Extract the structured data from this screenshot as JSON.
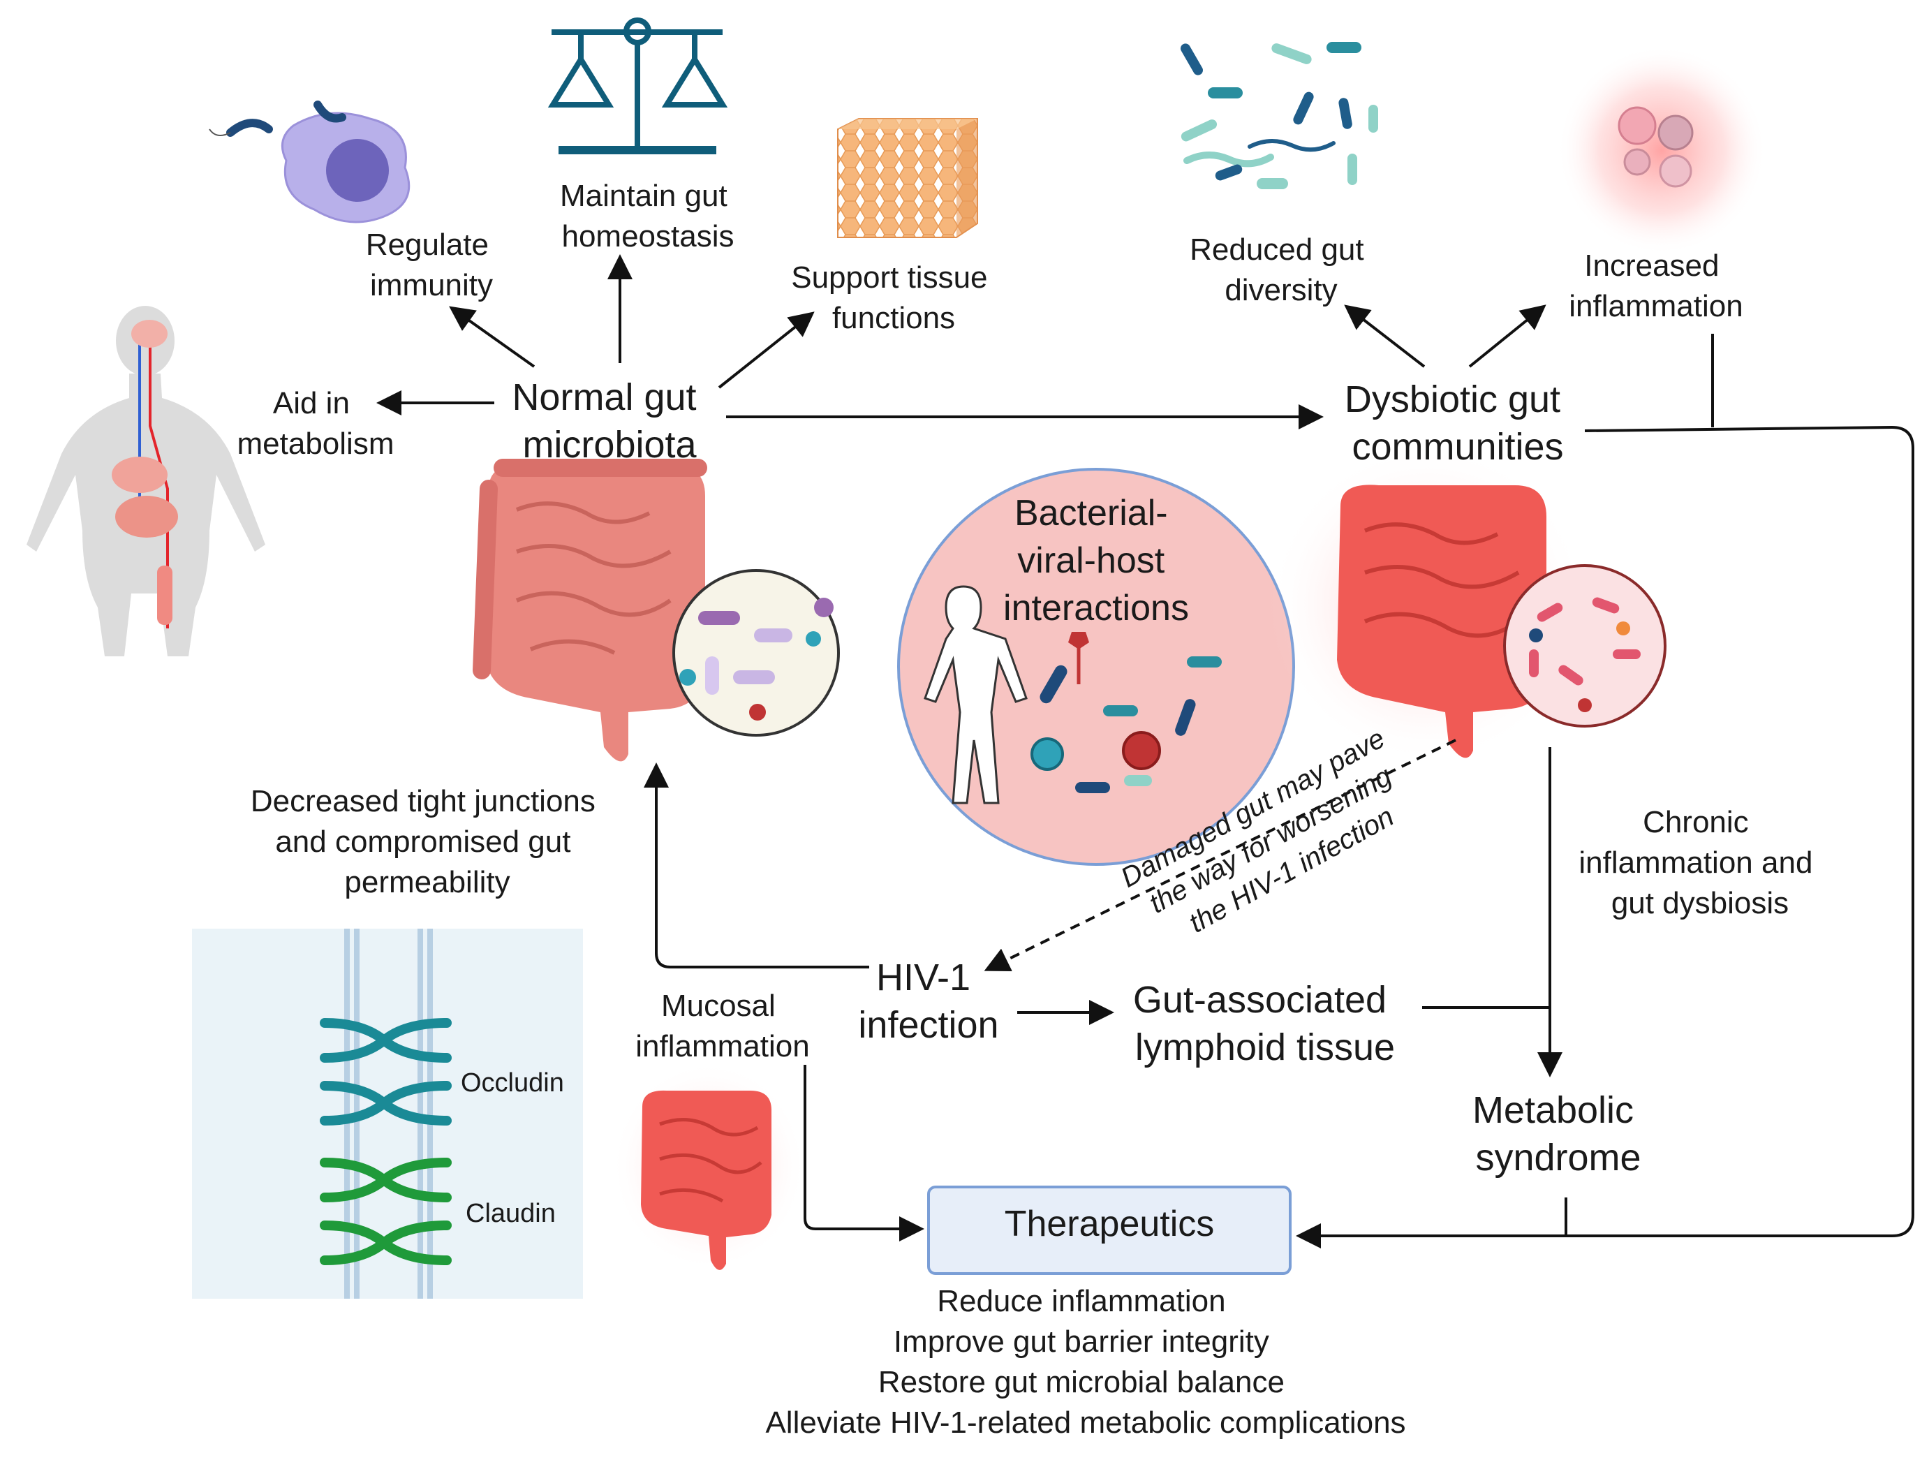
{
  "nodes": {
    "normal_gut": [
      "Normal gut",
      "microbiota"
    ],
    "dysbiotic_gut": [
      "Dysbiotic gut",
      "communities"
    ],
    "regulate_immunity": [
      "Regulate",
      "immunity"
    ],
    "maintain_homeostasis": [
      "Maintain gut",
      "homeostasis"
    ],
    "support_tissue": [
      "Support tissue",
      "functions"
    ],
    "aid_metabolism": [
      "Aid in",
      "metabolism"
    ],
    "reduced_diversity": [
      "Reduced gut",
      "diversity"
    ],
    "increased_inflammation": [
      "Increased",
      "inflammation"
    ],
    "bacterial_viral_host": [
      "Bacterial-",
      "viral-host",
      "interactions"
    ],
    "decreased_tight_junctions": [
      "Decreased tight junctions",
      "and compromised gut",
      "permeability"
    ],
    "occludin": "Occludin",
    "claudin": "Claudin",
    "hiv_infection": [
      "HIV-1",
      "infection"
    ],
    "mucosal_inflammation": [
      "Mucosal",
      "inflammation"
    ],
    "galt": [
      "Gut-associated",
      "lymphoid tissue"
    ],
    "chronic_inflammation": [
      "Chronic",
      "inflammation and",
      "gut dysbiosis"
    ],
    "metabolic_syndrome": [
      "Metabolic",
      "syndrome"
    ],
    "therapeutics": "Therapeutics",
    "damaged_gut_note": [
      "Damaged gut may pave",
      "the way for worsening",
      "the HIV-1 infection"
    ]
  },
  "therapeutic_goals": [
    "Reduce inflammation",
    "Improve gut barrier integrity",
    "Restore gut microbial balance",
    "Alleviate HIV-1-related metabolic complications"
  ],
  "colors": {
    "arrow": "#111111",
    "gut_healthy": "#e9877f",
    "gut_inflamed": "#f05a55",
    "circle_fill": "#f7c4c2",
    "circle_stroke": "#7a9ed6",
    "therapeutics_fill": "#e7eef9",
    "therapeutics_stroke": "#7a9ed6",
    "occludin": "#1a8a96",
    "claudin": "#1f9a3a",
    "junction_panel": "#eaf3f8"
  }
}
